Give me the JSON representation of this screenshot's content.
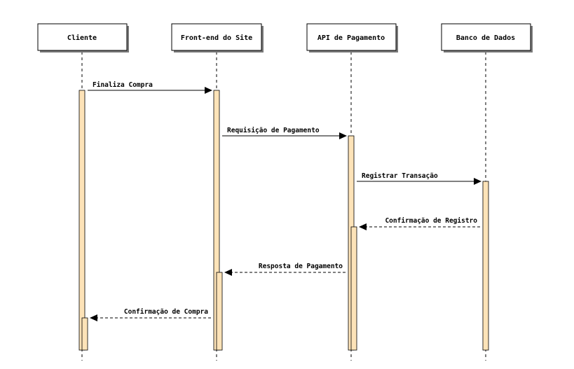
{
  "participants": [
    {
      "id": "cliente",
      "label": "Cliente"
    },
    {
      "id": "frontend",
      "label": "Front-end do Site"
    },
    {
      "id": "api",
      "label": "API de Pagamento"
    },
    {
      "id": "banco",
      "label": "Banco de Dados"
    }
  ],
  "messages": [
    {
      "from": "cliente",
      "to": "frontend",
      "label": "Finaliza Compra",
      "style": "solid"
    },
    {
      "from": "frontend",
      "to": "api",
      "label": "Requisição de Pagamento",
      "style": "solid"
    },
    {
      "from": "api",
      "to": "banco",
      "label": "Registrar Transação",
      "style": "solid"
    },
    {
      "from": "banco",
      "to": "api",
      "label": "Confirmação de Registro",
      "style": "dashed"
    },
    {
      "from": "api",
      "to": "frontend",
      "label": "Resposta de Pagamento",
      "style": "dashed"
    },
    {
      "from": "frontend",
      "to": "cliente",
      "label": "Confirmação de Compra",
      "style": "dashed"
    }
  ],
  "colors": {
    "activation_fill": "#fde3b8",
    "box_shadow": "#7a7a7a"
  }
}
